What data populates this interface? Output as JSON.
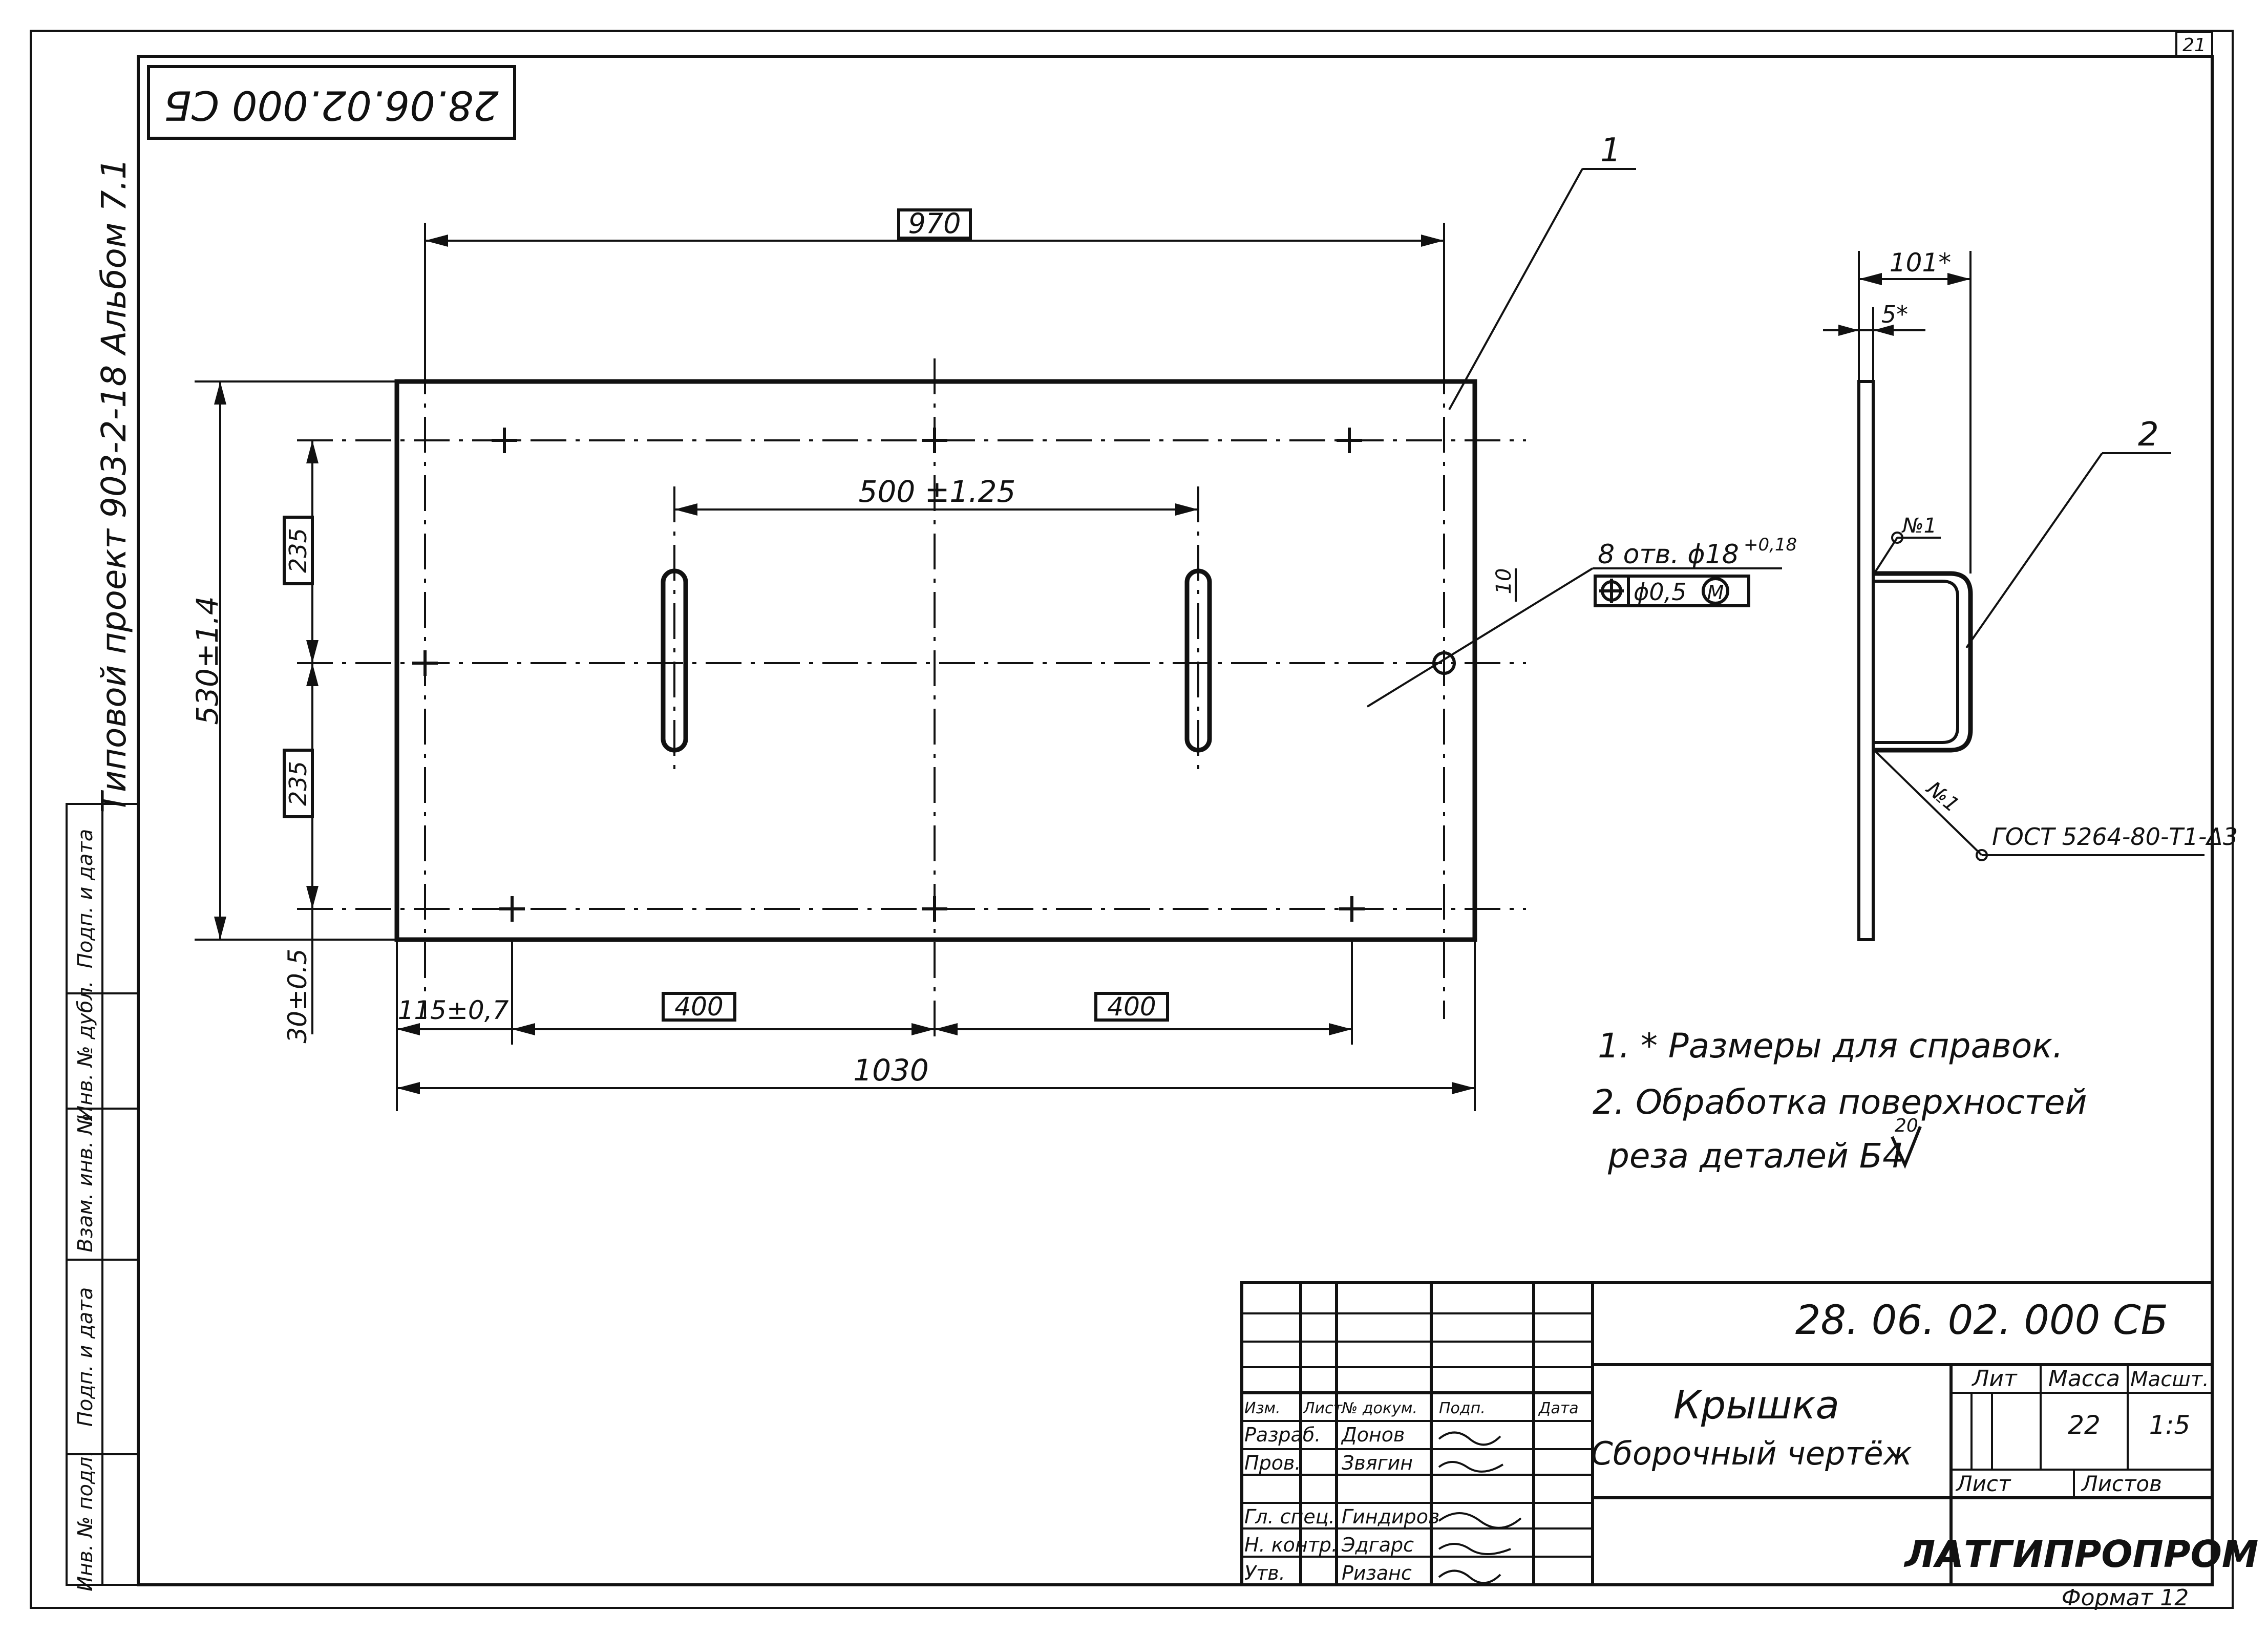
{
  "sheet_number": "21",
  "stamp_code": "28.06.02.000 СБ",
  "album": "Альбом 7.1",
  "project": "Типовой проект 903-2-18",
  "side_columns": [
    "Инв. № подл.",
    "Подп. и дата",
    "Взам. инв. №",
    "Инв. № дубл.",
    "Подп. и дата"
  ],
  "callouts": {
    "part1": "1",
    "part2": "2"
  },
  "plan_dims": {
    "top_width": "970",
    "slot_spacing": "500 ±1.25",
    "height": "530±1.4",
    "half_upper": "235",
    "half_lower": "235",
    "bottom_offset": "30±0.5",
    "left_offset": "115±0,7",
    "span_left": "400",
    "span_right": "400",
    "overall_width": "1030"
  },
  "hole_callout": {
    "count_label": "8 отв. ϕ18",
    "tolerance": "+0,18",
    "position_tol": "ϕ0,5",
    "modifier": "M",
    "depth": "10"
  },
  "section_dims": {
    "width": "101*",
    "plate": "5*",
    "weld1": "№1",
    "weld2": "№1",
    "weld_standard": "ГОСТ 5264-80-Т1-Δ3"
  },
  "notes": [
    "1. * Размеры для справок.",
    "2. Обработка поверхностей",
    "реза деталей Б4"
  ],
  "roughness": "20",
  "title_block": {
    "code": "28. 06. 02. 000 СБ",
    "title": "Крышка",
    "subtitle": "Сборочный чертёж",
    "col_headers": {
      "lit": "Лит",
      "mass": "Масса",
      "scale": "Масшт."
    },
    "mass": "22",
    "scale": "1:5",
    "sheet": "Лист",
    "sheets": "Листов",
    "org": "ЛАТГИПРОПРОМ",
    "format": "Формат 12",
    "change_headers": [
      "Изм.",
      "Лист",
      "№ докум.",
      "Подп.",
      "Дата"
    ],
    "roles": [
      "Разраб.",
      "Пров.",
      "",
      "Гл. спец.",
      "Н. контр.",
      "Утв."
    ],
    "names": [
      "Донов",
      "Звягин",
      "",
      "Гиндиров",
      "Эдгарс",
      "Ризанс"
    ]
  }
}
